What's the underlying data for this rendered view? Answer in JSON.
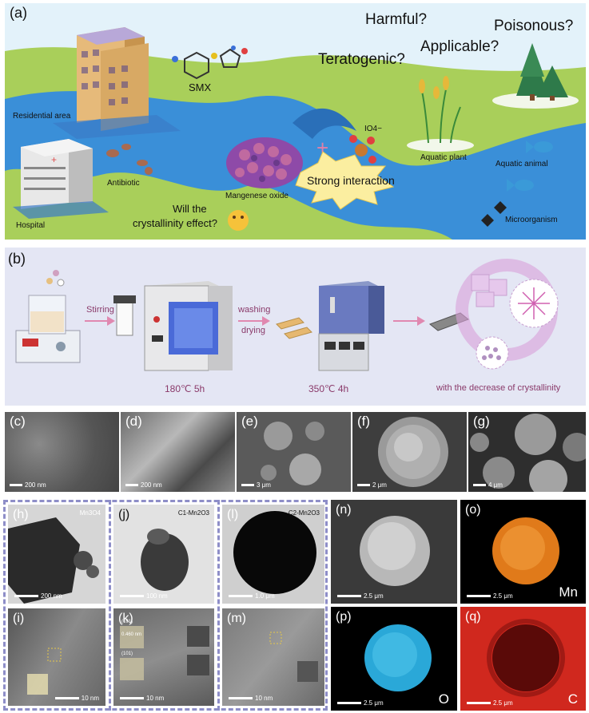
{
  "panel_a": {
    "letter": "(a)",
    "questions": [
      "Harmful?",
      "Poisonous?",
      "Applicable?",
      "Teratogenic?"
    ],
    "labels": {
      "residential": "Residential area",
      "hospital": "Hospital",
      "antibiotic": "Antibiotic",
      "smx": "SMX",
      "oxide": "Mangenese oxide",
      "interaction": "Strong interaction",
      "io4": "IO4−",
      "plant": "Aquatic plant",
      "animal": "Aquatic animal",
      "micro": "Microorganism",
      "crystal_q1": "Will the",
      "crystal_q2": "crystallinity effect?"
    }
  },
  "panel_b": {
    "letter": "(b)",
    "labels": {
      "stirring": "Stirring",
      "washing": "washing",
      "drying": "drying",
      "step1": "180℃ 5h",
      "step2": "350℃ 4h",
      "decrease": "with the decrease of crystallinity"
    }
  },
  "sem": [
    {
      "letter": "(c)",
      "scale": "200 nm"
    },
    {
      "letter": "(d)",
      "scale": "200 nm"
    },
    {
      "letter": "(e)",
      "scale": "3 μm"
    },
    {
      "letter": "(f)",
      "scale": "2 μm"
    },
    {
      "letter": "(g)",
      "scale": "4 μm"
    }
  ],
  "tem": {
    "h": {
      "letter": "(h)",
      "tag": "Mn3O4",
      "scale": "200 nm"
    },
    "j": {
      "letter": "(j)",
      "tag": "C1-Mn2O3",
      "scale": "100 nm"
    },
    "l": {
      "letter": "(l)",
      "tag": "C2-Mn2O3",
      "scale": "1.0 μm"
    },
    "i": {
      "letter": "(i)",
      "scale": "10 nm"
    },
    "k": {
      "letter": "(k)",
      "scale": "10 nm",
      "lattice1": "0.460 nm",
      "plane1": "(101)",
      "plane2": "(101)"
    },
    "m": {
      "letter": "(m)",
      "scale": "10 nm"
    }
  },
  "eds": {
    "n": {
      "letter": "(n)",
      "scale": "2.5 μm",
      "element": ""
    },
    "o": {
      "letter": "(o)",
      "scale": "2.5 μm",
      "element": "Mn"
    },
    "p": {
      "letter": "(p)",
      "scale": "2.5 μm",
      "element": "O"
    },
    "q": {
      "letter": "(q)",
      "scale": "2.5 μm",
      "element": "C"
    }
  },
  "colors": {
    "sky": "#d9edf7",
    "land": "#a9cf5a",
    "river": "#3a8fd8",
    "panel_b_bg": "#e4e6f4",
    "sem_bg": "#3a3a3a",
    "tem_border": "#8e8ec8",
    "mn_map": "#e07a1a",
    "o_map": "#2aa8d8",
    "c_map": "#d0281e"
  }
}
